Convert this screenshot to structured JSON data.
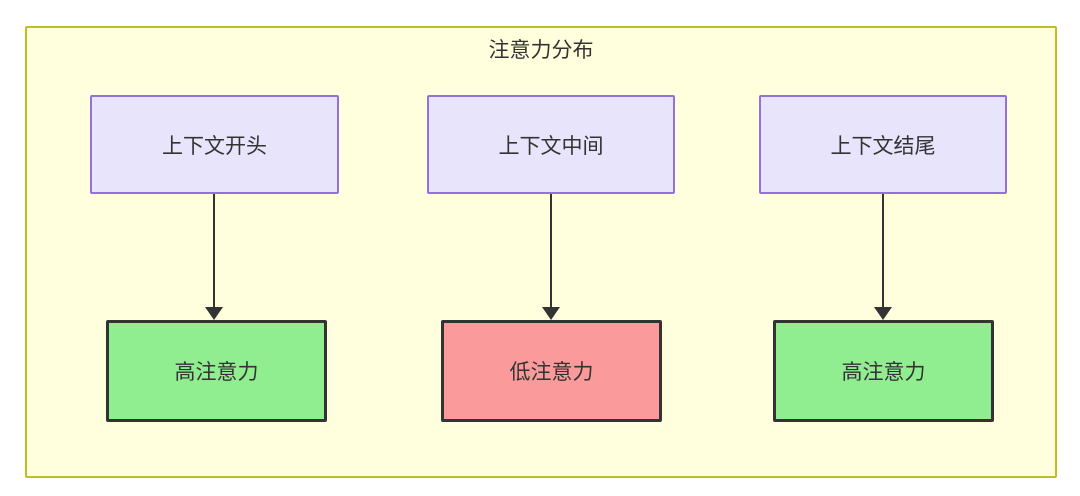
{
  "diagram": {
    "title": "注意力分布",
    "container_border_color": "#bfbf25",
    "container_fill_color": "#ffffde",
    "context_node_fill": "#e7e4fb",
    "context_node_border": "#9370db",
    "high_attention_color": "#90ee90",
    "low_attention_color": "#fa9a9a",
    "edge_color": "#333333",
    "context_nodes": [
      {
        "label": "上下文开头"
      },
      {
        "label": "上下文中间"
      },
      {
        "label": "上下文结尾"
      }
    ],
    "attention_nodes": [
      {
        "label": "高注意力",
        "level": "high"
      },
      {
        "label": "低注意力",
        "level": "low"
      },
      {
        "label": "高注意力",
        "level": "high"
      }
    ]
  }
}
